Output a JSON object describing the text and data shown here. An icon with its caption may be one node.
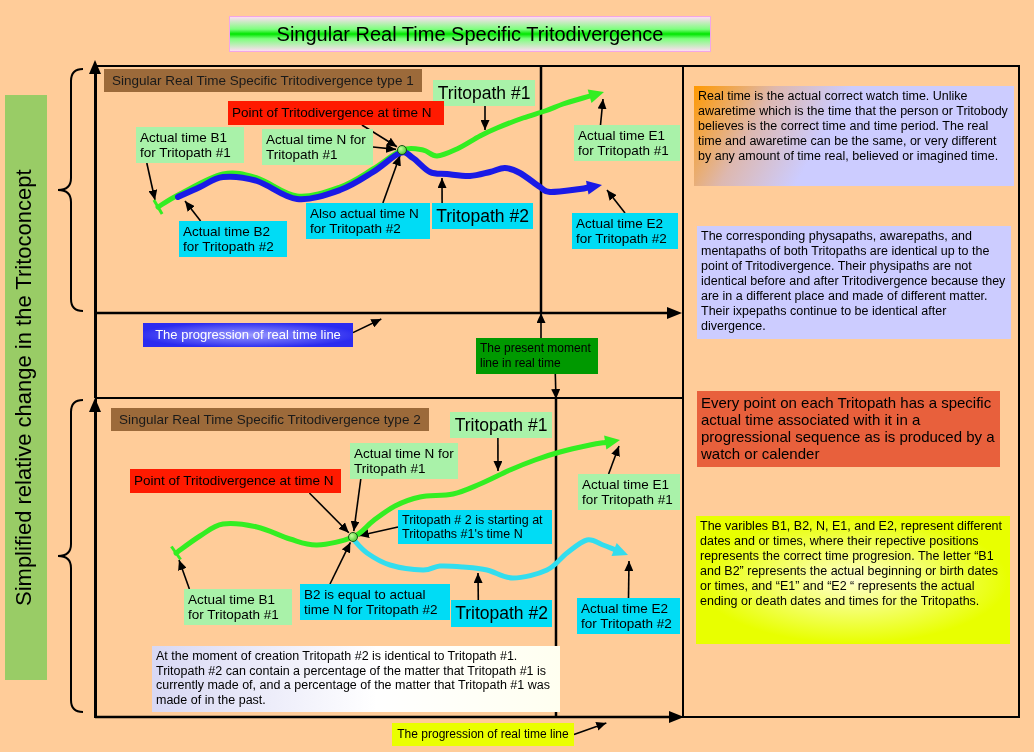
{
  "diagram": {
    "title": "Singular Real Time Specific Tritodivergence",
    "nodes": [
      {
        "text": [
          "Simplified relative change in the Tritoconcept"
        ]
      },
      {
        "text": [
          "Singular Real Time Specific Tritodivergence type 1"
        ]
      },
      {
        "text": [
          "Tritopath #1"
        ],
        "in": 1
      },
      {
        "text": [
          "Point of Tritodivergence at time N"
        ],
        "in": 1
      },
      {
        "text": [
          "Actual time B1 for Tritopath #1"
        ],
        "in": 1
      },
      {
        "text": [
          "Actual time N for Tritopath #1"
        ],
        "in": 1
      },
      {
        "text": [
          "Actual time E1 for Tritopath #1"
        ],
        "in": 1
      },
      {
        "text": [],
        "shape": "circle",
        "in": 1
      },
      {
        "text": [
          "Tritopath #2"
        ],
        "in": 1
      },
      {
        "text": [
          "Also actual time N for Tritopath #2"
        ],
        "in": 1
      },
      {
        "text": [
          "Actual time B2 for Tritopath #2"
        ],
        "in": 1
      },
      {
        "text": [
          "Actual time E2 for Tritopath #2"
        ],
        "in": 1
      },
      {
        "text": [],
        "shape": "line",
        "in": 1
      },
      {
        "text": [],
        "shape": "arrow",
        "in": 1
      },
      {
        "text": [
          "The progression of real time line"
        ],
        "in": 1
      },
      {
        "text": [
          "The present moment line in real time"
        ],
        "in": 1
      },
      {
        "text": [
          "Singular Real Time Specific Tritodivergence type 2"
        ]
      },
      {
        "text": [
          "Tritopath #1"
        ],
        "in": 16
      },
      {
        "text": [
          "Actual time N for Tritopath #1"
        ],
        "in": 16
      },
      {
        "text": [
          "Point of Tritodivergence at time N"
        ],
        "in": 16
      },
      {
        "text": [
          "Actual time E1 for Tritopath #1"
        ],
        "in": 16
      },
      {
        "text": [
          "Tritopath # 2 is starting at Tritopaths #1's time N"
        ],
        "in": 16
      },
      {
        "text": [],
        "shape": "circle",
        "in": 16
      },
      {
        "text": [
          "Actual time B1 for Tritopath #1"
        ],
        "in": 16
      },
      {
        "text": [
          "B2 is equal to actual time N for Tritopath #2"
        ],
        "in": 16
      },
      {
        "text": [
          "Tritopath #2"
        ],
        "in": 16
      },
      {
        "text": [
          "Actual time E2 for Tritopath #2"
        ],
        "in": 16
      },
      {
        "text": [
          "At the moment of creation Tritopath #2 is identical to Tritopath #1. Tritopath #2 can contain a percentage of the matter that Tritopath #1 is currently made of, and a percentage of the matter that Tritopath #1 was made of in the past."
        ],
        "in": 16
      },
      {
        "text": [],
        "shape": "line",
        "in": 16
      },
      {
        "text": [],
        "shape": "arrow"
      },
      {
        "text": [
          "The progression of real time line"
        ]
      },
      {
        "text": [],
        "shape": "box"
      },
      {
        "text": [
          "Real time is the actual correct watch time. Unlike awaretime which is the time that the person or Tritobody believes is the correct time and time period. The real time and awaretime can be the same, or very different by any amount of time real, believed or imagined time."
        ],
        "in": 31
      },
      {
        "text": [
          "The corresponding physapaths, awarepaths, and mentapaths of both Tritopaths are identical up to the point of Tritodivergence. Their physipaths are not identical before and after Tritodivergence because they are in a different place and made of different matter. Their ixpepaths continue to be identical after divergence."
        ],
        "in": 31
      },
      {
        "text": [
          "Every point on each Tritopath has a specific actual time associated with it in a progressional sequence as is produced by a watch or calender"
        ],
        "in": 31
      },
      {
        "text": [
          "The varibles B1, B2, N, E1, and E2, represent different dates and or times, where their repective positions represents the correct time progresion. The letter “B1 and B2” represents the actual beginning or birth dates or times, and “E1” and “E2 “ represents the actual ending or death dates and times for the Tritopaths."
        ],
        "in": 31
      }
    ],
    "edges": [
      {
        "from": 3,
        "to": 7,
        "arrow": "to"
      },
      {
        "from": 5,
        "to": 7,
        "arrow": "to"
      },
      {
        "from": 9,
        "to": 7,
        "arrow": "to"
      },
      {
        "from": 2,
        "to": null,
        "arrow": "to"
      },
      {
        "from": 4,
        "to": null,
        "arrow": "to"
      },
      {
        "from": 6,
        "to": null,
        "arrow": "to"
      },
      {
        "from": 8,
        "to": null,
        "arrow": "to"
      },
      {
        "from": 10,
        "to": null,
        "arrow": "to"
      },
      {
        "from": 11,
        "to": null,
        "arrow": "to"
      },
      {
        "from": 14,
        "to": 13,
        "arrow": "to"
      },
      {
        "from": 15,
        "to": 12,
        "arrow": "to"
      },
      {
        "from": 15,
        "to": 28,
        "arrow": "to"
      },
      {
        "from": 17,
        "to": null,
        "arrow": "to"
      },
      {
        "from": 18,
        "to": 22,
        "arrow": "to"
      },
      {
        "from": 19,
        "to": 22,
        "arrow": "to"
      },
      {
        "from": 20,
        "to": null,
        "arrow": "to"
      },
      {
        "from": 21,
        "to": 22,
        "arrow": "to"
      },
      {
        "from": 24,
        "to": 22,
        "arrow": "to"
      },
      {
        "from": 23,
        "to": null,
        "arrow": "to"
      },
      {
        "from": 25,
        "to": null,
        "arrow": "to"
      },
      {
        "from": 26,
        "to": null,
        "arrow": "to"
      },
      {
        "from": 30,
        "to": 29,
        "arrow": "to"
      }
    ]
  }
}
